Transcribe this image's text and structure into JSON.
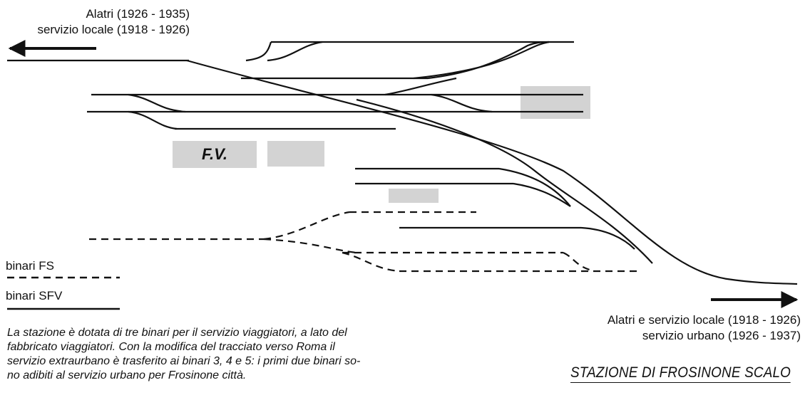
{
  "labels": {
    "top_left_line1": "Alatri (1926 - 1935)",
    "top_left_line2": "servizio locale (1918 - 1926)",
    "bottom_right_line1": "Alatri e servizio locale (1918 - 1926)",
    "bottom_right_line2": "servizio urbano (1926 - 1937)",
    "station_building": "F.V."
  },
  "legend": {
    "fs": "binari FS",
    "sfv": "binari SFV"
  },
  "caption": [
    "La stazione è dotata di tre binari per il servizio viaggiatori, a lato del",
    "fabbricato viaggiatori. Con la modifica del tracciato verso Roma il",
    "servizio extraurbano è trasferito ai binari 3, 4 e 5: i primi due binari so-",
    "no adibiti al servizio urbano per Frosinone città."
  ],
  "title": "STAZIONE DI FROSINONE SCALO",
  "colors": {
    "track": "#111111",
    "building": "#d3d3d3"
  }
}
